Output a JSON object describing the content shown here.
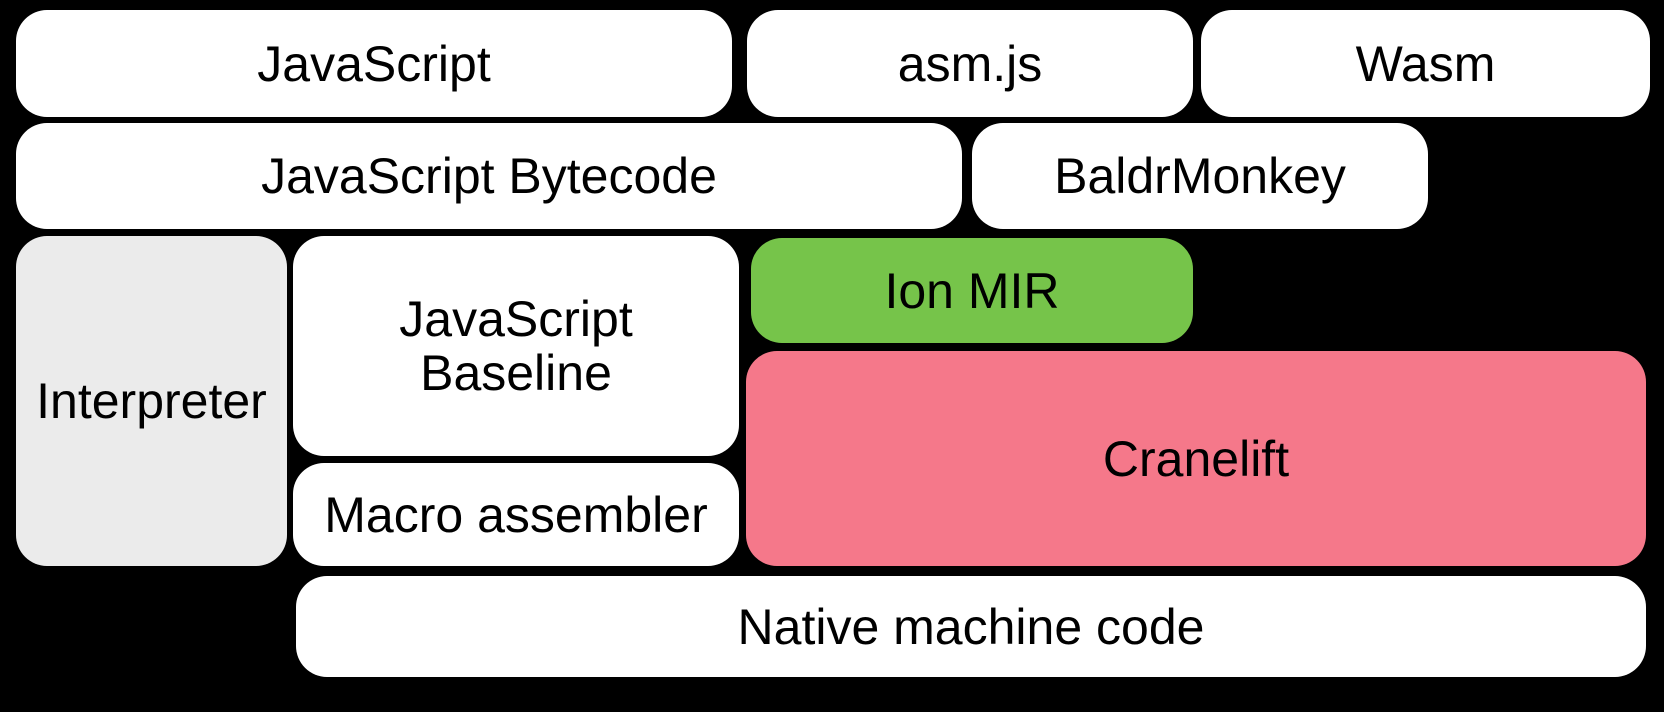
{
  "colors": {
    "background": "#000000",
    "box_default": "#ffffff",
    "interpreter_gray": "#ebebeb",
    "ion_green": "#76c44a",
    "cranelift_pink": "#f5788a",
    "text": "#000000"
  },
  "boxes": {
    "javascript": {
      "label": "JavaScript"
    },
    "asmjs": {
      "label": "asm.js"
    },
    "wasm": {
      "label": "Wasm"
    },
    "js_bytecode": {
      "label": "JavaScript Bytecode"
    },
    "baldrmonkey": {
      "label": "BaldrMonkey"
    },
    "interpreter": {
      "label": "Interpreter"
    },
    "js_baseline": {
      "label": "JavaScript Baseline"
    },
    "ion_mir": {
      "label": "Ion MIR"
    },
    "cranelift": {
      "label": "Cranelift"
    },
    "macro_assembler": {
      "label": "Macro assembler"
    },
    "native_machine_code": {
      "label": "Native machine code"
    }
  }
}
